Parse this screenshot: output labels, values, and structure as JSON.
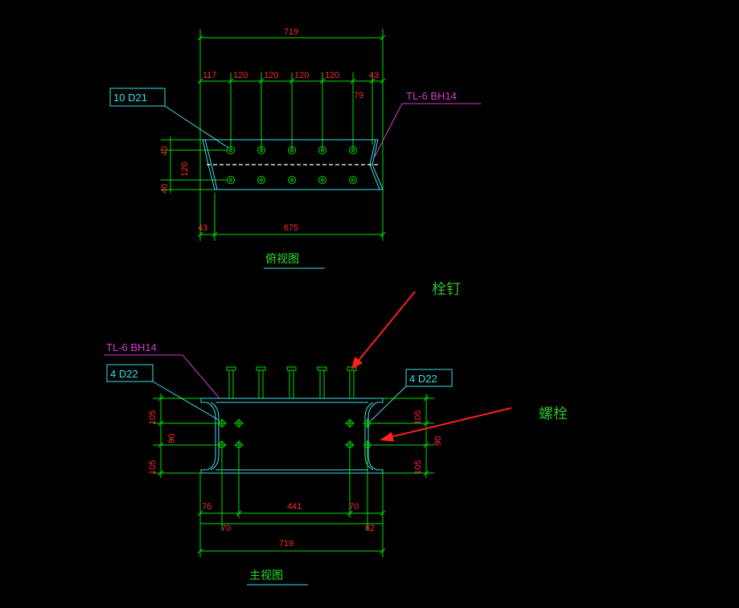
{
  "top_view": {
    "title": "俯视图",
    "dim_total": "719",
    "dim_seg": [
      "117",
      "120",
      "120",
      "120",
      "120",
      "43"
    ],
    "dim_79": "79",
    "dim_bottom_left": "43",
    "dim_bottom": "675",
    "dim_left_a": "40",
    "dim_left_b": "120",
    "dim_left_c": "40",
    "bolt_label": "10  D21",
    "member_label": "TL-6   BH14"
  },
  "front_view": {
    "title": "主视图",
    "member_label": "TL-6   BH14",
    "bolt_label_left": "4  D22",
    "bolt_label_right": "4  D22",
    "dim_left_top": "105",
    "dim_left_mid": "90",
    "dim_left_bot": "105",
    "dim_right_top": "105",
    "dim_right_mid": "90",
    "dim_right_bot": "105",
    "dim_76": "76",
    "dim_441": "441",
    "dim_70a": "70",
    "dim_70b": "70",
    "dim_62": "62",
    "dim_total": "719"
  },
  "annotations": {
    "stud": "栓钉",
    "bolt": "螺栓"
  },
  "colors": {
    "dimension": "#ff2a2a",
    "extension": "#00e000",
    "outline": "#3ee0e8",
    "label": "#d43cd4",
    "annotation": "#2fbf2f",
    "arrow": "#ff2020"
  }
}
